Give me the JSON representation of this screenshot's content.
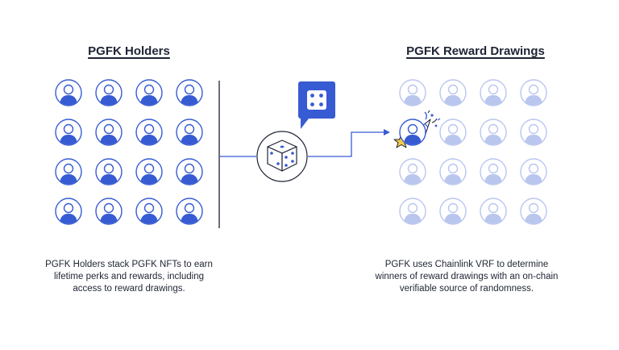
{
  "left_panel": {
    "title": "PGFK Holders",
    "caption_lines": [
      "PGFK Holders stack PGFK NFTs to earn",
      "lifetime perks and rewards, including",
      "access to reward drawings."
    ]
  },
  "right_panel": {
    "title": "PGFK Reward Drawings",
    "caption_lines": [
      "PGFK uses Chainlink VRF to determine",
      "winners of reward drawings with an on-chain",
      "verifiable source of randomness."
    ]
  },
  "center": {
    "dice_icon": "dice-icon",
    "bubble_icon": "dice-four-bubble-icon"
  },
  "colors": {
    "primary": "#375bd2",
    "faded": "#b9c6ee",
    "text": "#1e2433",
    "star": "#f2c94c"
  },
  "grids": {
    "left": {
      "rows": 4,
      "cols": 4,
      "style": "solid"
    },
    "right": {
      "rows": 4,
      "cols": 4,
      "style": "faded",
      "winner": {
        "row": 1,
        "col": 0
      }
    }
  }
}
